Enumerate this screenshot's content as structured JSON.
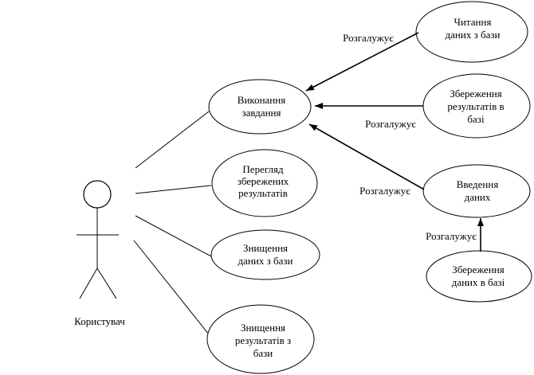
{
  "actor": {
    "label": "Користувач"
  },
  "use_cases": {
    "execute": [
      "Виконання",
      "завдання"
    ],
    "view": [
      "Перегляд",
      "збережених",
      "результатів"
    ],
    "delete_data": [
      "Знищення",
      "даних з бази"
    ],
    "delete_results": [
      "Знищення",
      "результатів з",
      "бази"
    ],
    "read": [
      "Читання",
      "даних з бази"
    ],
    "save_results": [
      "Збереження",
      "результатів в",
      "базі"
    ],
    "input": [
      "Введення",
      "даних"
    ],
    "save_data": [
      "Збереження",
      "даних в базі"
    ]
  },
  "relations": {
    "read_extend": "Розгалужує",
    "save_results_extend": "Розгалужує",
    "input_extend": "Розгалужує",
    "save_data_extend": "Розгалужує"
  }
}
